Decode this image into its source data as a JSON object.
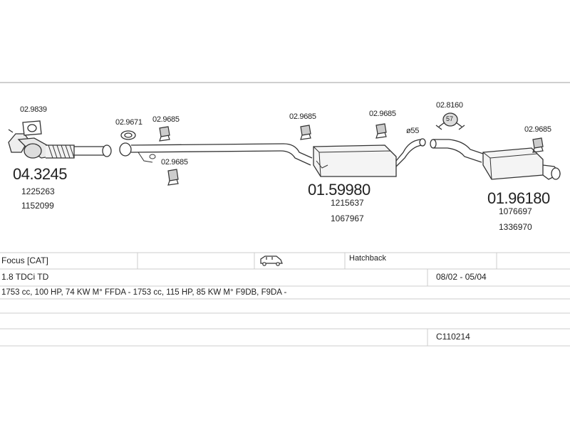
{
  "parts": {
    "p1": {
      "number": "04.3245",
      "refs": [
        "1225263",
        "1152099"
      ]
    },
    "p2": {
      "number": "01.59980",
      "refs": [
        "1215637",
        "1067967"
      ]
    },
    "p3": {
      "number": "01.96180",
      "refs": [
        "1076697",
        "1336970"
      ]
    }
  },
  "accessories": {
    "a1": "02.9839",
    "a2": "02.9671",
    "a3": "02.9685",
    "a4": "02.9685",
    "a5": "02.9685",
    "a6": "02.9685",
    "a7": "02.8160",
    "a8": "02.9685"
  },
  "pipe_diameter": "ø55",
  "clamp_size": "57",
  "table": {
    "model": "Focus  [CAT]",
    "body_type": "Hatchback",
    "engine": "1.8 TDCi TD",
    "years": "08/02 - 05/04",
    "specs": "1753 cc, 100 HP, 74 KW M° FFDA - 1753 cc, 115 HP, 85 KW M° F9DB, F9DA -",
    "code": "C110214"
  },
  "icons": {
    "vehicle": "hatchback-car-icon"
  }
}
